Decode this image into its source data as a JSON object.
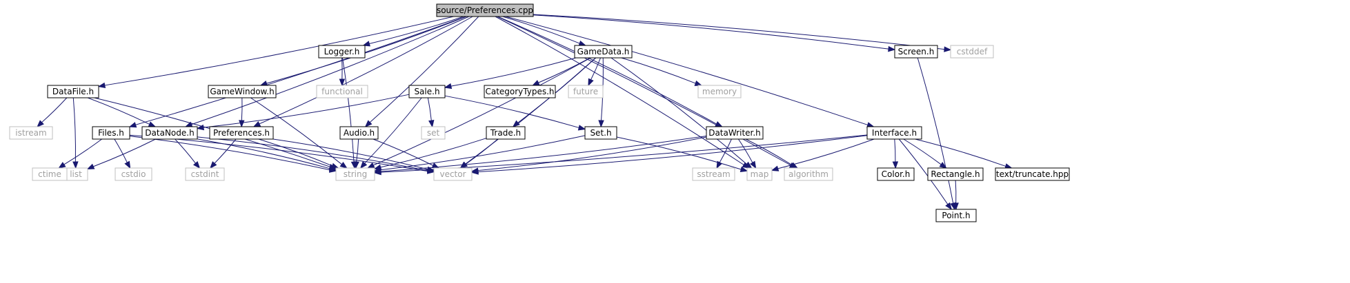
{
  "colors": {
    "edge": "#191970",
    "root_fill": "#bfbfbf",
    "project_border": "#000000",
    "system_border": "#bfbfbf",
    "system_text": "#a0a0a0",
    "text": "#000000"
  },
  "nodes": [
    {
      "id": "preferences_cpp",
      "label": "source/Preferences.cpp",
      "kind": "root"
    },
    {
      "id": "datafile_h",
      "label": "DataFile.h",
      "kind": "project"
    },
    {
      "id": "files_h",
      "label": "Files.h",
      "kind": "project"
    },
    {
      "id": "datanode_h",
      "label": "DataNode.h",
      "kind": "project"
    },
    {
      "id": "preferences_h",
      "label": "Preferences.h",
      "kind": "project"
    },
    {
      "id": "gamewindow_h",
      "label": "GameWindow.h",
      "kind": "project"
    },
    {
      "id": "logger_h",
      "label": "Logger.h",
      "kind": "project"
    },
    {
      "id": "audio_h",
      "label": "Audio.h",
      "kind": "project"
    },
    {
      "id": "gamedata_h",
      "label": "GameData.h",
      "kind": "project"
    },
    {
      "id": "sale_h",
      "label": "Sale.h",
      "kind": "project"
    },
    {
      "id": "categorytypes_h",
      "label": "CategoryTypes.h",
      "kind": "project"
    },
    {
      "id": "trade_h",
      "label": "Trade.h",
      "kind": "project"
    },
    {
      "id": "set_h",
      "label": "Set.h",
      "kind": "project"
    },
    {
      "id": "datawriter_h",
      "label": "DataWriter.h",
      "kind": "project"
    },
    {
      "id": "screen_h",
      "label": "Screen.h",
      "kind": "project"
    },
    {
      "id": "interface_h",
      "label": "Interface.h",
      "kind": "project"
    },
    {
      "id": "color_h",
      "label": "Color.h",
      "kind": "project"
    },
    {
      "id": "rectangle_h",
      "label": "Rectangle.h",
      "kind": "project"
    },
    {
      "id": "truncate_hpp",
      "label": "text/truncate.hpp",
      "kind": "project"
    },
    {
      "id": "point_h",
      "label": "Point.h",
      "kind": "project"
    },
    {
      "id": "istream",
      "label": "istream",
      "kind": "system"
    },
    {
      "id": "list",
      "label": "list",
      "kind": "system"
    },
    {
      "id": "ctime",
      "label": "ctime",
      "kind": "system"
    },
    {
      "id": "cstdio",
      "label": "cstdio",
      "kind": "system"
    },
    {
      "id": "cstdint",
      "label": "cstdint",
      "kind": "system"
    },
    {
      "id": "string",
      "label": "string",
      "kind": "system"
    },
    {
      "id": "vector",
      "label": "vector",
      "kind": "system"
    },
    {
      "id": "functional",
      "label": "functional",
      "kind": "system"
    },
    {
      "id": "future",
      "label": "future",
      "kind": "system"
    },
    {
      "id": "memory",
      "label": "memory",
      "kind": "system"
    },
    {
      "id": "set",
      "label": "set",
      "kind": "system"
    },
    {
      "id": "sstream",
      "label": "sstream",
      "kind": "system"
    },
    {
      "id": "map",
      "label": "map",
      "kind": "system"
    },
    {
      "id": "algorithm",
      "label": "algorithm",
      "kind": "system"
    },
    {
      "id": "cstddef",
      "label": "cstddef",
      "kind": "system"
    }
  ],
  "edges": [
    [
      "preferences_cpp",
      "datafile_h"
    ],
    [
      "preferences_cpp",
      "files_h"
    ],
    [
      "preferences_cpp",
      "datanode_h"
    ],
    [
      "preferences_cpp",
      "preferences_h"
    ],
    [
      "preferences_cpp",
      "gamewindow_h"
    ],
    [
      "preferences_cpp",
      "logger_h"
    ],
    [
      "preferences_cpp",
      "audio_h"
    ],
    [
      "preferences_cpp",
      "gamedata_h"
    ],
    [
      "preferences_cpp",
      "datawriter_h"
    ],
    [
      "preferences_cpp",
      "map"
    ],
    [
      "preferences_cpp",
      "algorithm"
    ],
    [
      "preferences_cpp",
      "interface_h"
    ],
    [
      "preferences_cpp",
      "screen_h"
    ],
    [
      "preferences_cpp",
      "cstddef"
    ],
    [
      "datafile_h",
      "istream"
    ],
    [
      "datafile_h",
      "list"
    ],
    [
      "datafile_h",
      "string"
    ],
    [
      "datafile_h",
      "datanode_h"
    ],
    [
      "files_h",
      "ctime"
    ],
    [
      "files_h",
      "cstdio"
    ],
    [
      "files_h",
      "string"
    ],
    [
      "files_h",
      "vector"
    ],
    [
      "datanode_h",
      "list"
    ],
    [
      "datanode_h",
      "cstdint"
    ],
    [
      "datanode_h",
      "string"
    ],
    [
      "datanode_h",
      "vector"
    ],
    [
      "gamewindow_h",
      "preferences_h"
    ],
    [
      "gamewindow_h",
      "string"
    ],
    [
      "preferences_h",
      "cstdint"
    ],
    [
      "preferences_h",
      "string"
    ],
    [
      "preferences_h",
      "vector"
    ],
    [
      "logger_h",
      "functional"
    ],
    [
      "logger_h",
      "string"
    ],
    [
      "audio_h",
      "string"
    ],
    [
      "audio_h",
      "vector"
    ],
    [
      "gamedata_h",
      "sale_h"
    ],
    [
      "gamedata_h",
      "categorytypes_h"
    ],
    [
      "gamedata_h",
      "future"
    ],
    [
      "gamedata_h",
      "trade_h"
    ],
    [
      "gamedata_h",
      "set_h"
    ],
    [
      "gamedata_h",
      "memory"
    ],
    [
      "gamedata_h",
      "map"
    ],
    [
      "gamedata_h",
      "string"
    ],
    [
      "gamedata_h",
      "vector"
    ],
    [
      "sale_h",
      "datanode_h"
    ],
    [
      "sale_h",
      "set"
    ],
    [
      "sale_h",
      "set_h"
    ],
    [
      "sale_h",
      "string"
    ],
    [
      "trade_h",
      "string"
    ],
    [
      "trade_h",
      "vector"
    ],
    [
      "set_h",
      "string"
    ],
    [
      "set_h",
      "map"
    ],
    [
      "datawriter_h",
      "sstream"
    ],
    [
      "datawriter_h",
      "map"
    ],
    [
      "datawriter_h",
      "algorithm"
    ],
    [
      "datawriter_h",
      "string"
    ],
    [
      "datawriter_h",
      "vector"
    ],
    [
      "screen_h",
      "point_h"
    ],
    [
      "interface_h",
      "color_h"
    ],
    [
      "interface_h",
      "rectangle_h"
    ],
    [
      "interface_h",
      "truncate_hpp"
    ],
    [
      "interface_h",
      "point_h"
    ],
    [
      "interface_h",
      "map"
    ],
    [
      "interface_h",
      "string"
    ],
    [
      "interface_h",
      "vector"
    ],
    [
      "rectangle_h",
      "point_h"
    ]
  ]
}
